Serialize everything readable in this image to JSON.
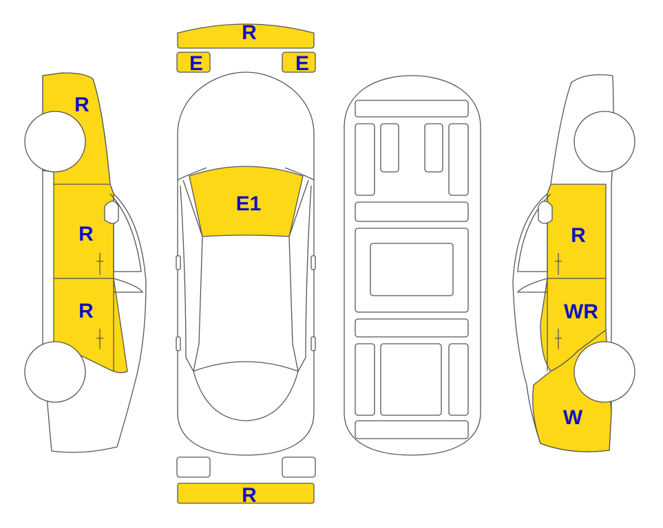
{
  "colors": {
    "damaged": "#FDD817",
    "undamaged": "#FFFFFF",
    "outline": "#555555",
    "label": "#1010C8"
  },
  "labels": {
    "front_bumper": "R",
    "left_headlight": "E",
    "right_headlight": "E",
    "windshield": "E1",
    "rear_bumper": "R",
    "left_rear_fender": "R",
    "left_rear_door": "R",
    "left_front_door": "R",
    "right_front_door": "R",
    "right_rear_door": "WR",
    "right_rear_fender": "W"
  }
}
